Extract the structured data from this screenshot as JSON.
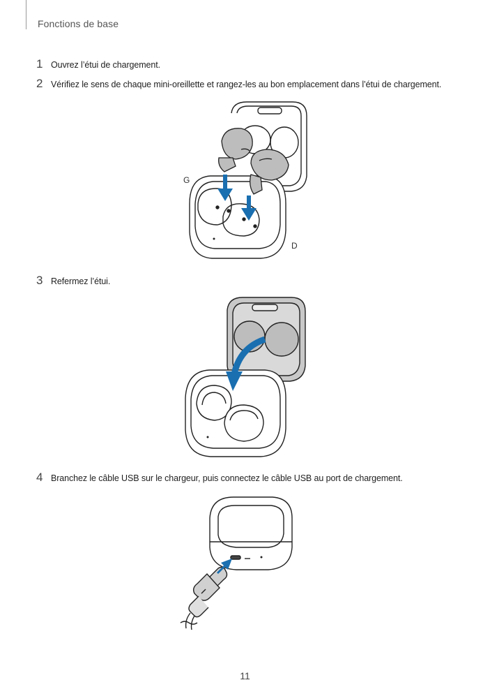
{
  "header": {
    "section_title": "Fonctions de base"
  },
  "steps": [
    {
      "number": "1",
      "text": "Ouvrez l’étui de chargement."
    },
    {
      "number": "2",
      "text": "Vérifiez le sens de chaque mini-oreillette et rangez-les au bon emplacement dans l’étui de chargement."
    },
    {
      "number": "3",
      "text": "Refermez l’étui."
    },
    {
      "number": "4",
      "text": "Branchez le câble USB sur le chargeur, puis connectez le câble USB au port de chargement."
    }
  ],
  "illustration_1": {
    "left_label": "G",
    "right_label": "D"
  },
  "colors": {
    "arrow": "#1a6fb0",
    "line": "#222222",
    "fill_gray": "#bdbdbd",
    "rule": "#9a9a9a"
  },
  "footer": {
    "page_number": "11"
  }
}
